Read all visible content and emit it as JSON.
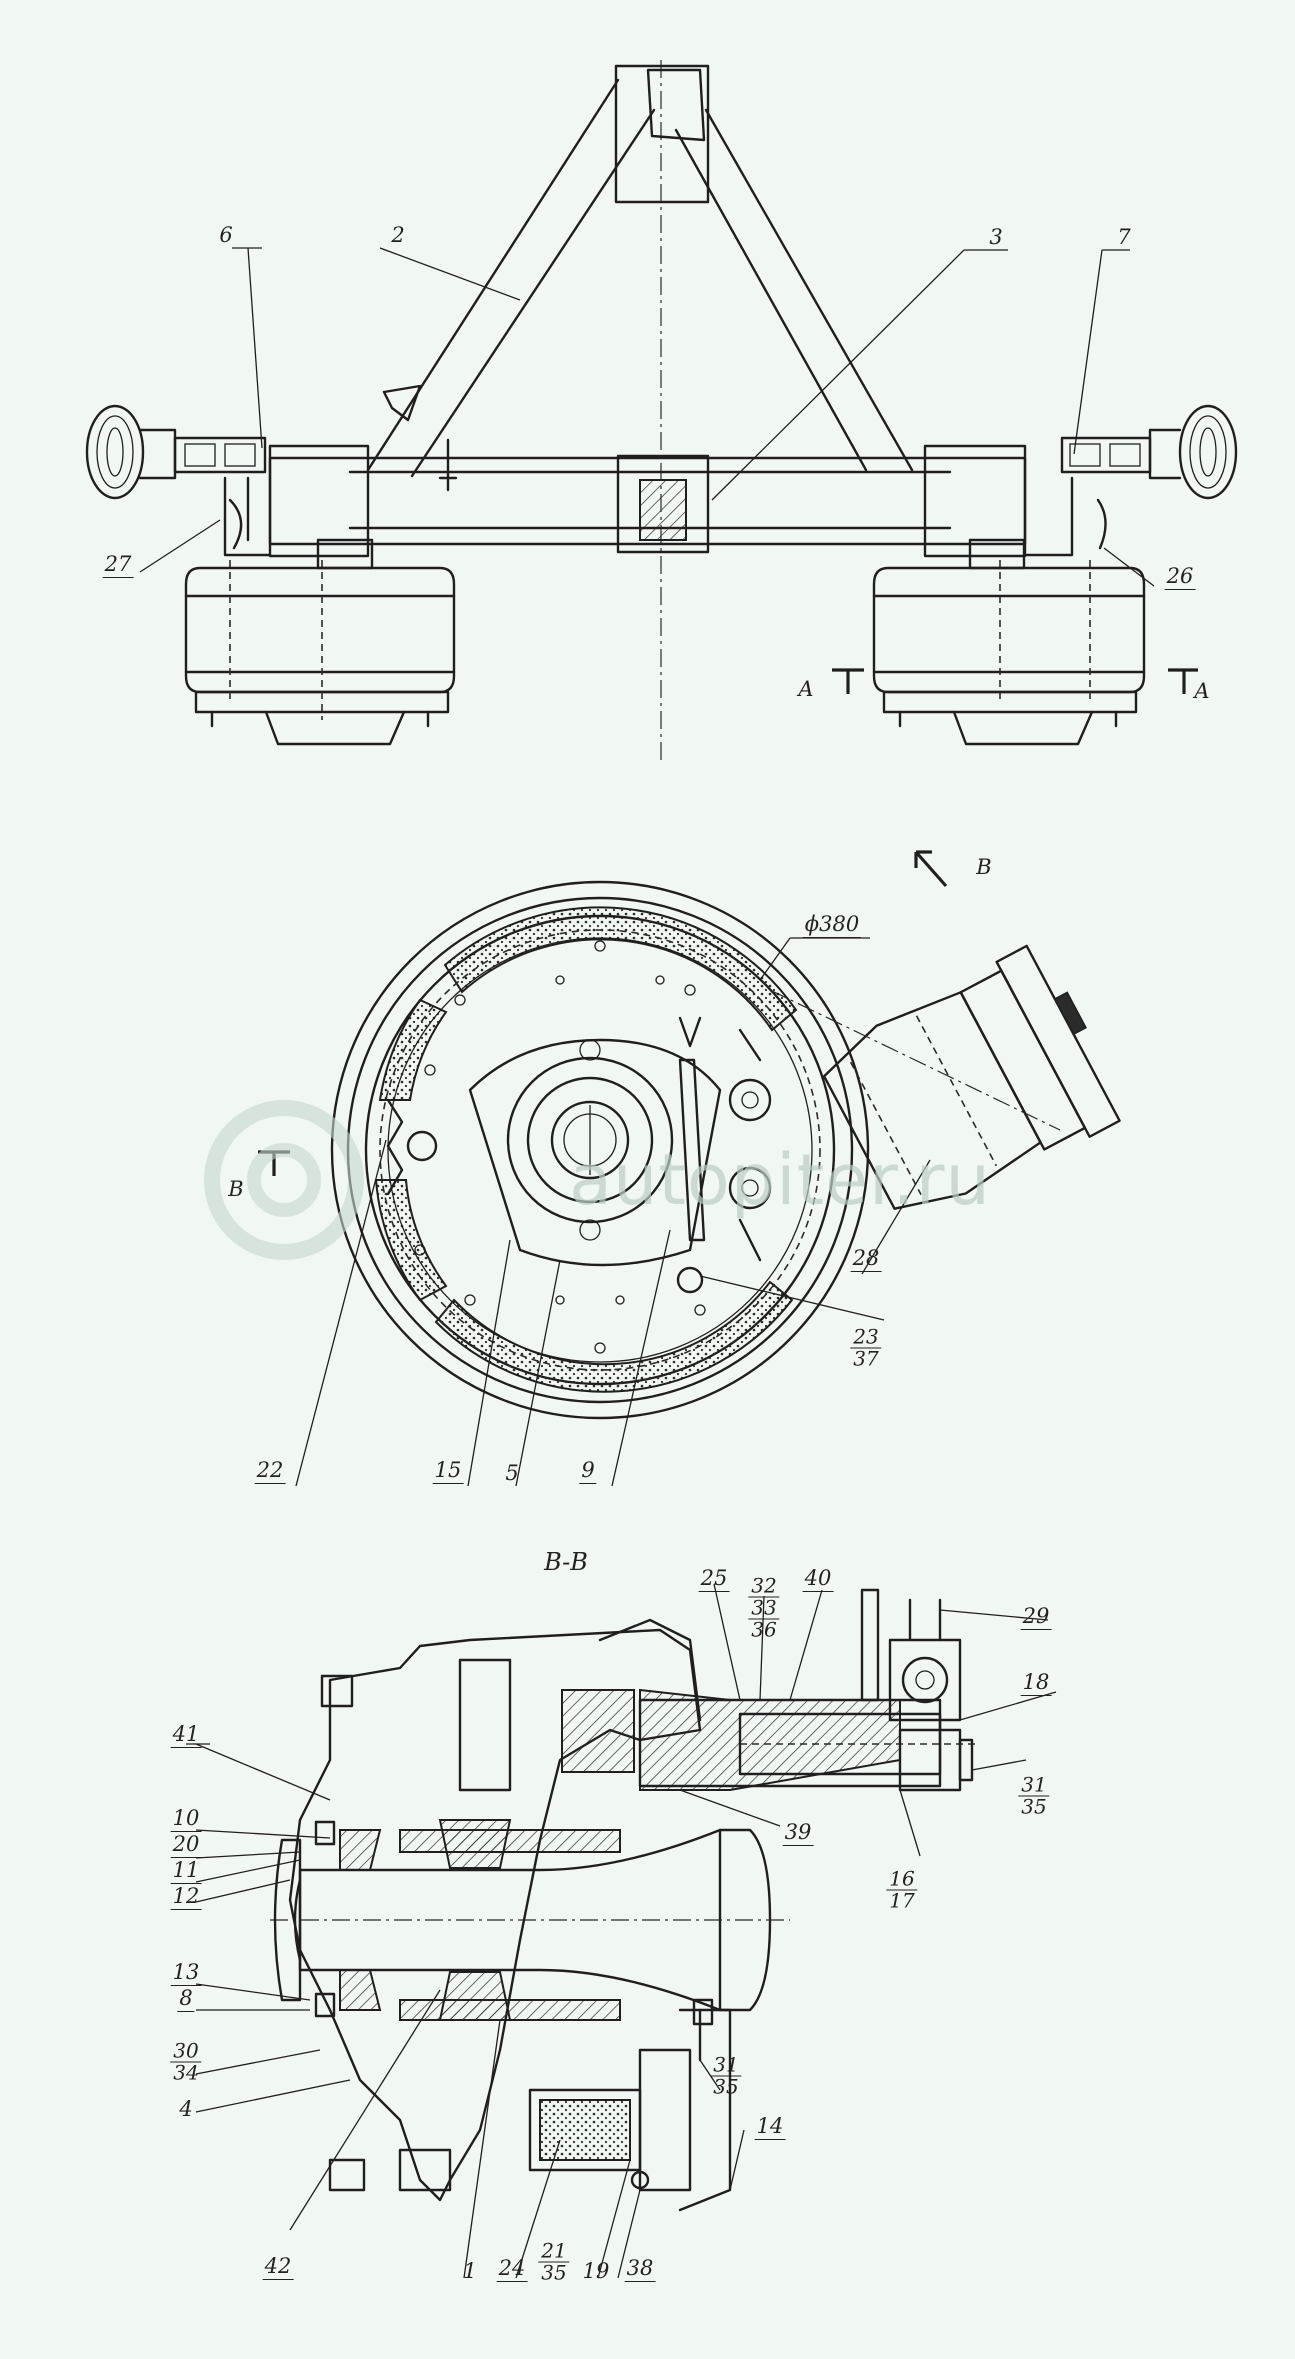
{
  "watermark": {
    "text": "autopiter.ru"
  },
  "section_arrow_labels": {
    "a_left": "A",
    "a_right": "A",
    "b_view": "B",
    "b_left": "B"
  },
  "section_title": "B-B",
  "diameter_label": "ϕ380",
  "labels": {
    "l2": "2",
    "l3": "3",
    "l6": "6",
    "l7": "7",
    "l26": "26",
    "l27": "27",
    "l22": "22",
    "l15": "15",
    "l5": "5",
    "l9": "9",
    "l28": "28",
    "l23": "23",
    "l37": "37",
    "l25": "25",
    "l32": "32",
    "l33": "33",
    "l36a": "36",
    "l40": "40",
    "l29": "29",
    "l18": "18",
    "l31a": "31",
    "l35a": "35",
    "l41": "41",
    "l10": "10",
    "l20": "20",
    "l11": "11",
    "l12": "12",
    "l13": "13",
    "l8": "8",
    "l30": "30",
    "l34": "34",
    "l4": "4",
    "l39": "39",
    "l16": "16",
    "l17": "17",
    "l31b": "31",
    "l35b": "35",
    "l14": "14",
    "l42": "42",
    "l1": "1",
    "l24": "24",
    "l21": "21",
    "l35c": "35",
    "l19": "19",
    "l38": "38"
  },
  "colors": {
    "ink": "#1f1f1f",
    "paper": "#f1f7f3",
    "watermark": "#c7d6cf"
  }
}
